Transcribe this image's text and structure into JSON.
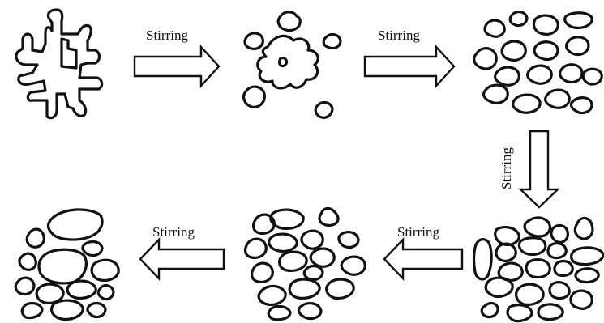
{
  "labels": {
    "arrow_1": "Stirring",
    "arrow_2": "Stirring",
    "arrow_3": "Stirring",
    "arrow_4": "Stirring",
    "arrow_5": "Stirring"
  }
}
